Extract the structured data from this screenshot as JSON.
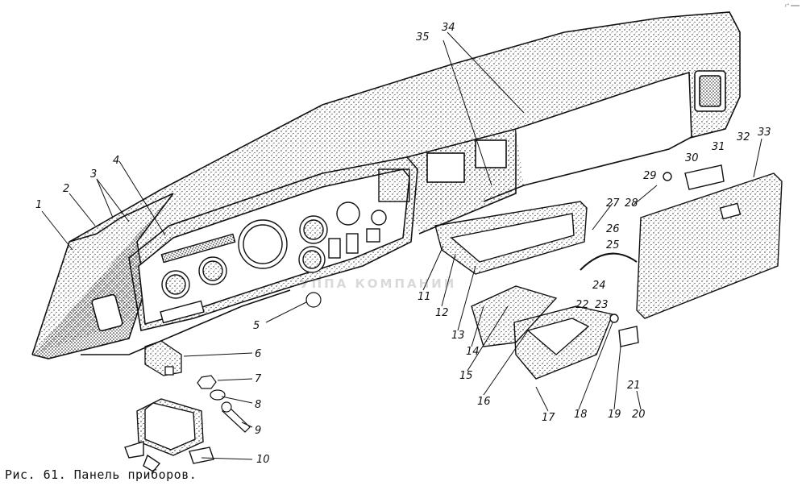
{
  "caption": "Рис. 61. Панель приборов.",
  "watermark": "УППА КОМПАНИЙ",
  "corner_mark": "r\" ═══",
  "colors": {
    "ink": "#111111",
    "paper": "#ffffff"
  },
  "callouts": [
    "1",
    "2",
    "3",
    "4",
    "5",
    "6",
    "7",
    "8",
    "9",
    "10",
    "11",
    "12",
    "13",
    "14",
    "15",
    "16",
    "17",
    "18",
    "19",
    "20",
    "21",
    "22",
    "23",
    "24",
    "25",
    "26",
    "27",
    "28",
    "29",
    "30",
    "31",
    "32",
    "33",
    "34",
    "35"
  ]
}
